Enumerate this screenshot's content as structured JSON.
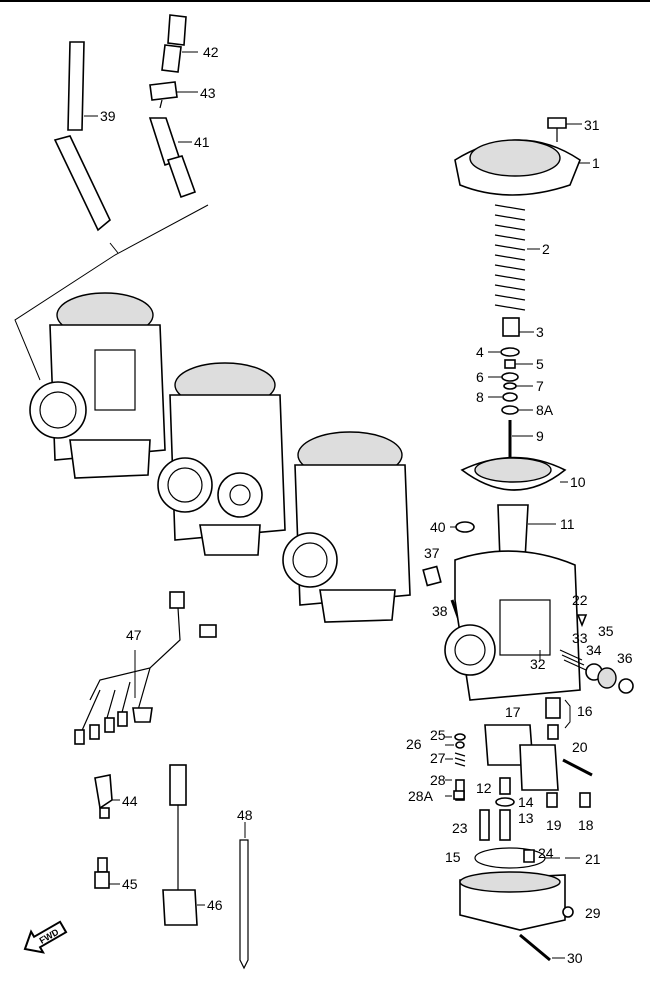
{
  "diagram": {
    "labels": [
      {
        "id": "31",
        "text": "31"
      },
      {
        "id": "1",
        "text": "1"
      },
      {
        "id": "2",
        "text": "2"
      },
      {
        "id": "3",
        "text": "3"
      },
      {
        "id": "4",
        "text": "4"
      },
      {
        "id": "5",
        "text": "5"
      },
      {
        "id": "6",
        "text": "6"
      },
      {
        "id": "7",
        "text": "7"
      },
      {
        "id": "8",
        "text": "8"
      },
      {
        "id": "8A",
        "text": "8A"
      },
      {
        "id": "9",
        "text": "9"
      },
      {
        "id": "10",
        "text": "10"
      },
      {
        "id": "11",
        "text": "11"
      },
      {
        "id": "40",
        "text": "40"
      },
      {
        "id": "37",
        "text": "37"
      },
      {
        "id": "38",
        "text": "38"
      },
      {
        "id": "22",
        "text": "22"
      },
      {
        "id": "33",
        "text": "33"
      },
      {
        "id": "35",
        "text": "35"
      },
      {
        "id": "34",
        "text": "34"
      },
      {
        "id": "36",
        "text": "36"
      },
      {
        "id": "32",
        "text": "32"
      },
      {
        "id": "16",
        "text": "16"
      },
      {
        "id": "17",
        "text": "17"
      },
      {
        "id": "20",
        "text": "20"
      },
      {
        "id": "25",
        "text": "25"
      },
      {
        "id": "26",
        "text": "26"
      },
      {
        "id": "27",
        "text": "27"
      },
      {
        "id": "28",
        "text": "28"
      },
      {
        "id": "28A",
        "text": "28A"
      },
      {
        "id": "12",
        "text": "12"
      },
      {
        "id": "14",
        "text": "14"
      },
      {
        "id": "13",
        "text": "13"
      },
      {
        "id": "19",
        "text": "19"
      },
      {
        "id": "18",
        "text": "18"
      },
      {
        "id": "23",
        "text": "23"
      },
      {
        "id": "15",
        "text": "15"
      },
      {
        "id": "24",
        "text": "24"
      },
      {
        "id": "21",
        "text": "21"
      },
      {
        "id": "29",
        "text": "29"
      },
      {
        "id": "30",
        "text": "30"
      },
      {
        "id": "39",
        "text": "39"
      },
      {
        "id": "42",
        "text": "42"
      },
      {
        "id": "43",
        "text": "43"
      },
      {
        "id": "41",
        "text": "41"
      },
      {
        "id": "47",
        "text": "47"
      },
      {
        "id": "44",
        "text": "44"
      },
      {
        "id": "45",
        "text": "45"
      },
      {
        "id": "46",
        "text": "46"
      },
      {
        "id": "48",
        "text": "48"
      }
    ],
    "front_marker": "FWD"
  }
}
